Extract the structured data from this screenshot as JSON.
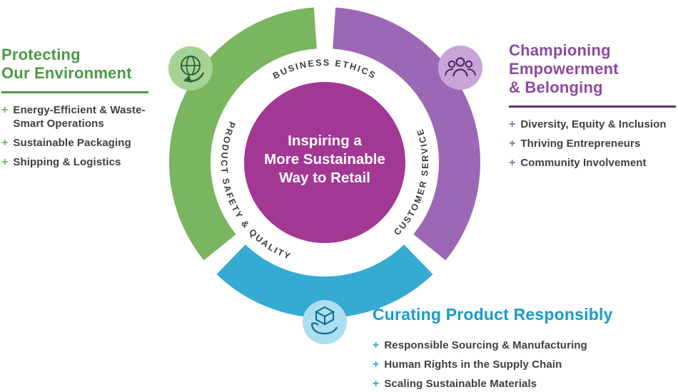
{
  "bullet_marker": "+",
  "center": {
    "title_lines": [
      "Inspiring a",
      "More Sustainable",
      "Way to Retail"
    ],
    "bg_color": "#a33794",
    "text_color": "#ffffff"
  },
  "ring": {
    "segments": [
      {
        "name": "environment",
        "color": "#79b65f"
      },
      {
        "name": "empowerment",
        "color": "#9c68b5"
      },
      {
        "name": "product",
        "color": "#35aad3"
      }
    ],
    "labels": {
      "top": "BUSINESS ETHICS",
      "right": "CUSTOMER SERVICE",
      "left": "PRODUCT SAFETY & QUALITY"
    },
    "label_color": "#3b3b3b"
  },
  "badges": {
    "globe": {
      "icon": "globe-icon",
      "bg": "#a6d295",
      "fg": "#26663a"
    },
    "people": {
      "icon": "people-icon",
      "bg": "#c9a4d8",
      "fg": "#4e2663"
    },
    "box": {
      "icon": "box-in-hand-icon",
      "bg": "#abdeee",
      "fg": "#0a6c8e"
    }
  },
  "sections": {
    "environment": {
      "title_lines": [
        "Protecting",
        "Our Environment"
      ],
      "color": "#4a9a44",
      "divider_color": "#4a9a44",
      "items": [
        "Energy-Efficient & Waste-Smart Operations",
        "Sustainable Packaging",
        "Shipping & Logistics"
      ]
    },
    "empowerment": {
      "title_lines": [
        "Championing",
        "Empowerment",
        "& Belonging"
      ],
      "color": "#8c4a9f",
      "divider_color": "#5b3566",
      "items": [
        "Diversity, Equity & Inclusion",
        "Thriving Entrepreneurs",
        "Community Involvement"
      ]
    },
    "product": {
      "title_lines": [
        "Curating Product Responsibly"
      ],
      "color": "#189bc8",
      "items": [
        "Responsible Sourcing & Manufacturing",
        "Human Rights in the Supply Chain",
        "Scaling Sustainable Materials"
      ]
    }
  },
  "body_text_color": "#3f3d45"
}
